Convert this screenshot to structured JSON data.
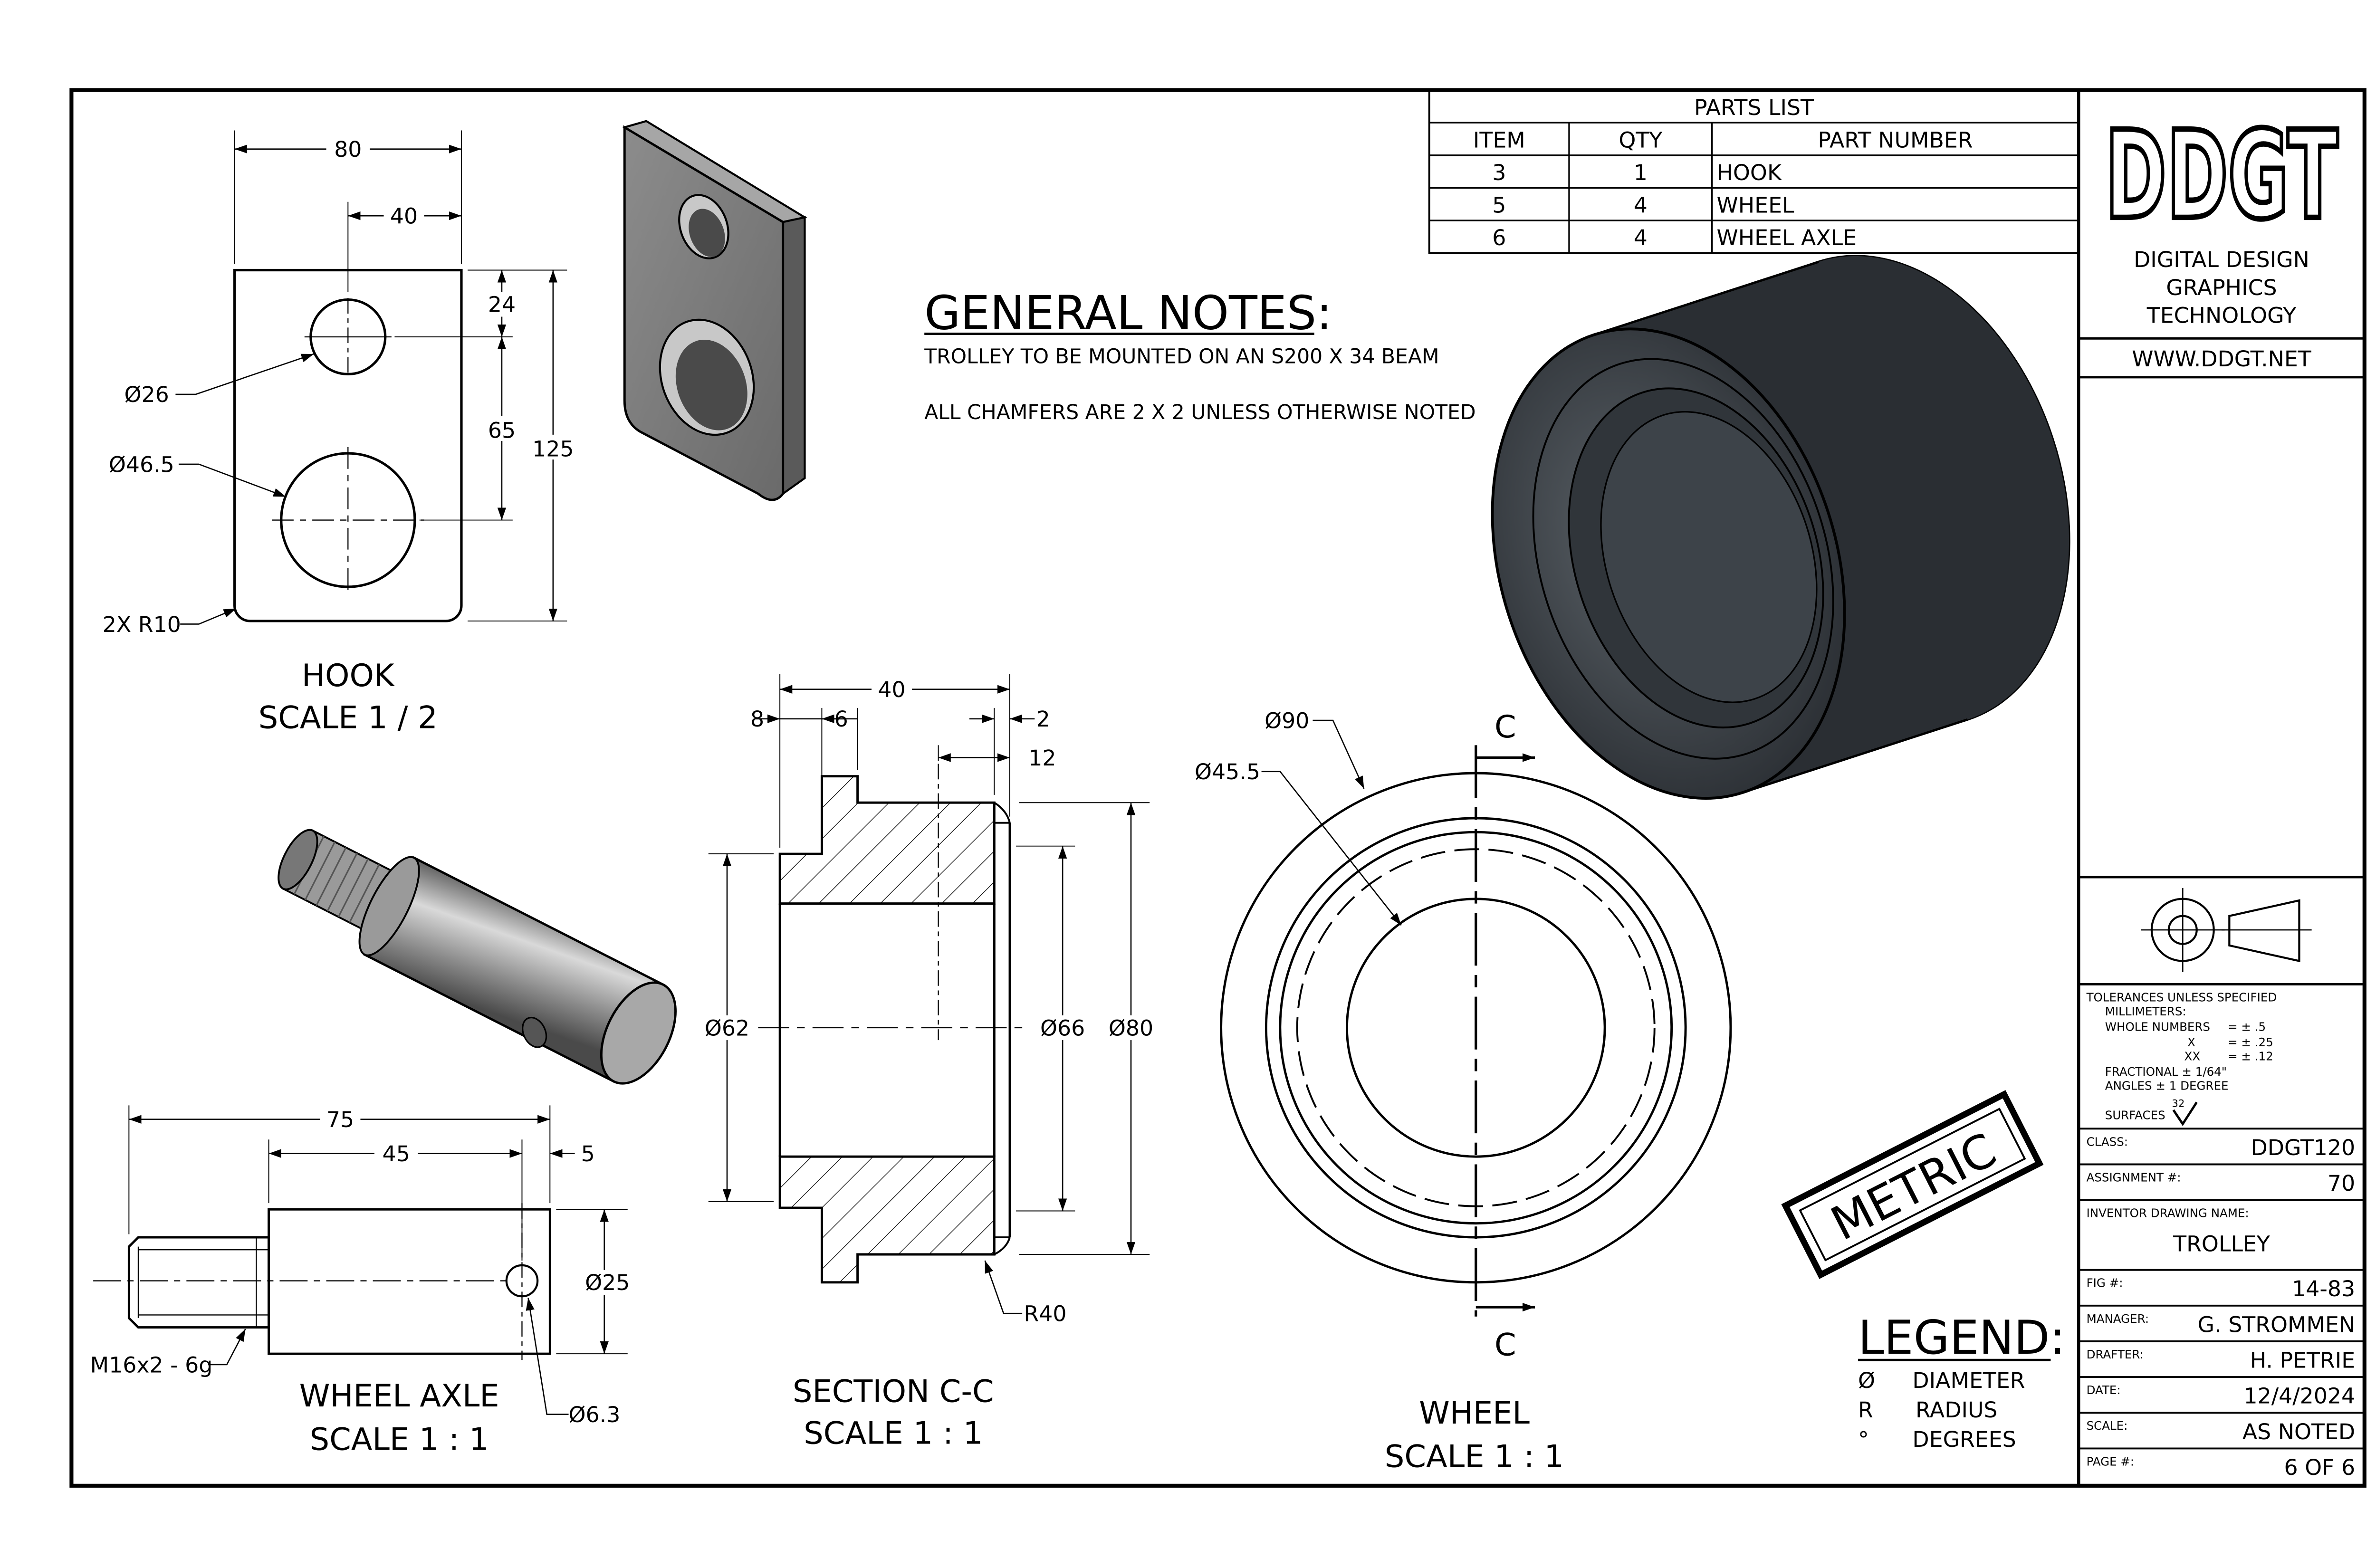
{
  "parts_list": {
    "title": "PARTS LIST",
    "headers": [
      "ITEM",
      "QTY",
      "PART NUMBER"
    ],
    "rows": [
      [
        "3",
        "1",
        "HOOK"
      ],
      [
        "5",
        "4",
        "WHEEL"
      ],
      [
        "6",
        "4",
        "WHEEL AXLE"
      ]
    ]
  },
  "logo": {
    "text": "DDGT"
  },
  "company": {
    "line1": "DIGITAL DESIGN",
    "line2": "GRAPHICS",
    "line3": "TECHNOLOGY",
    "website": "WWW.DDGT.NET"
  },
  "general_notes": {
    "title": "GENERAL NOTES:",
    "note1": "TROLLEY TO BE MOUNTED ON AN S200 X 34 BEAM",
    "note2": "ALL CHAMFERS ARE 2 X 2 UNLESS OTHERWISE NOTED"
  },
  "hook_view": {
    "dim_80": "80",
    "dim_40": "40",
    "dim_24": "24",
    "dim_65": "65",
    "dim_125": "125",
    "dia_26": "Ø26",
    "dia_46_5": "Ø46.5",
    "radius": "2X R10",
    "title": "HOOK",
    "scale": "SCALE 1 / 2"
  },
  "section_view": {
    "dim_40": "40",
    "dim_8": "8",
    "dim_6": "6",
    "dim_2": "2",
    "dim_12": "12",
    "dia_62": "Ø62",
    "dia_66": "Ø66",
    "dia_80": "Ø80",
    "radius": "R40",
    "title": "SECTION C-C",
    "scale": "SCALE 1 : 1"
  },
  "wheel_view": {
    "dia_90": "Ø90",
    "dia_45_5": "Ø45.5",
    "cut_label_top": "C",
    "cut_label_bottom": "C",
    "title": "WHEEL",
    "scale": "SCALE 1 : 1"
  },
  "axle_view": {
    "dim_75": "75",
    "dim_45": "45",
    "dim_5": "5",
    "dia_25": "Ø25",
    "dia_6_3": "Ø6.3",
    "thread": "M16x2 - 6g",
    "title": "WHEEL AXLE",
    "scale": "SCALE 1 : 1"
  },
  "metric_stamp": "METRIC",
  "legend": {
    "title": "LEGEND:",
    "items": [
      {
        "symbol": "Ø",
        "meaning": "DIAMETER"
      },
      {
        "symbol": "R",
        "meaning": "RADIUS"
      },
      {
        "symbol": "°",
        "meaning": "DEGREES"
      }
    ]
  },
  "tolerances": {
    "title": "TOLERANCES UNLESS SPECIFIED",
    "unit": "MILLIMETERS:",
    "whole_label": "WHOLE NUMBERS",
    "whole_value": "= ± .5",
    "x_label": "X",
    "x_value": "= ± .25",
    "xx_label": "XX",
    "xx_value": "= ± .12",
    "fractional": "FRACTIONAL ± 1/64\"",
    "angles": "ANGLES ± 1 DEGREE",
    "surfaces": "SURFACES",
    "surface_value": "32"
  },
  "title_block": {
    "class_label": "CLASS:",
    "class_value": "DDGT120",
    "assignment_label": "ASSIGNMENT #:",
    "assignment_value": "70",
    "drawing_name_label": "INVENTOR DRAWING NAME:",
    "drawing_name_value": "TROLLEY",
    "fig_label": "FIG #:",
    "fig_value": "14-83",
    "manager_label": "MANAGER:",
    "manager_value": "G. STROMMEN",
    "drafter_label": "DRAFTER:",
    "drafter_value": "H. PETRIE",
    "date_label": "DATE:",
    "date_value": "12/4/2024",
    "scale_label": "SCALE:",
    "scale_value": "AS NOTED",
    "page_label": "PAGE #:",
    "page_value": "6 OF 6"
  }
}
